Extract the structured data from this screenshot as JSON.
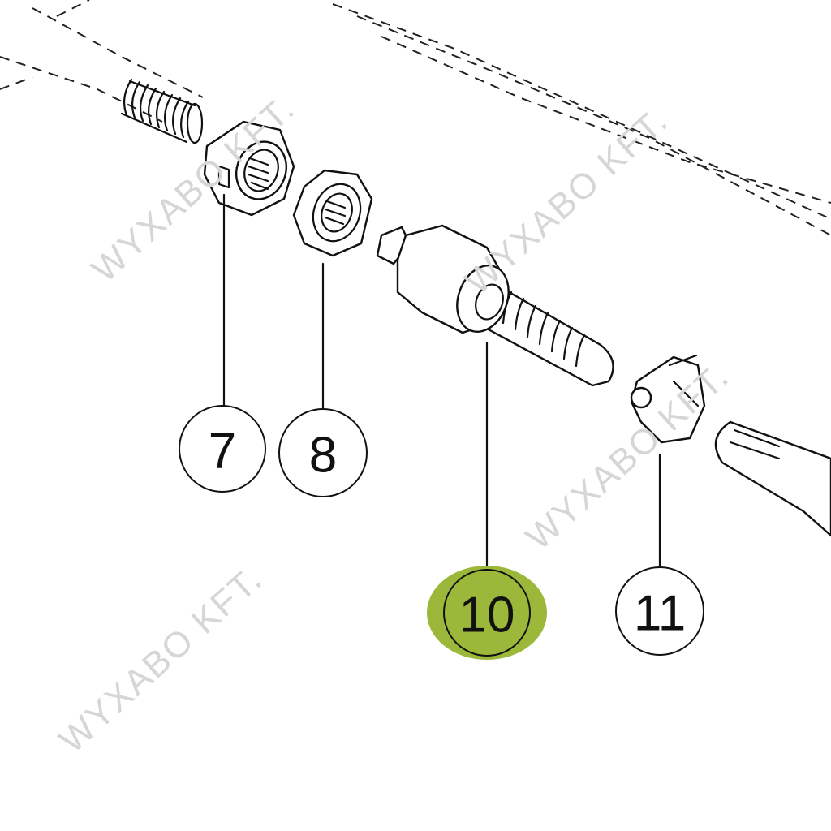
{
  "watermark": "WYXABO KFT.",
  "callouts": [
    {
      "label": "7",
      "highlighted": false
    },
    {
      "label": "8",
      "highlighted": false
    },
    {
      "label": "10",
      "highlighted": true
    },
    {
      "label": "11",
      "highlighted": false
    }
  ],
  "colors": {
    "highlight": "#9cb83a",
    "line": "#111111",
    "watermark": "#d6d6d6"
  }
}
